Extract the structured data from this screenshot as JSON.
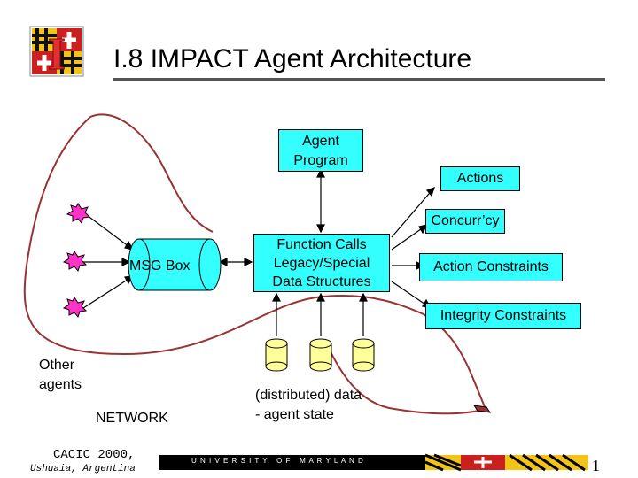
{
  "title": "I.8 IMPACT Agent Architecture",
  "logo_letter": "I",
  "diagram": {
    "agent_program": [
      "Agent",
      "Program"
    ],
    "actions": "Actions",
    "concurrency": "Concurr’cy",
    "function_calls": "Function Calls",
    "legacy_data": [
      "Legacy/Special",
      "Data Structures"
    ],
    "msg_box": "MSG Box",
    "action_constraints": "Action Constraints",
    "integrity_constraints": "Integrity Constraints",
    "other_agents": [
      "Other",
      "agents"
    ],
    "network": "NETWORK",
    "agent_state": [
      "(distributed) data",
      "- agent state"
    ]
  },
  "footer": {
    "conference": "CACIC 2000,",
    "location": "Ushuaia, Argentina",
    "university": "U N I V E R S I T Y   O F   M A R Y L A N D",
    "page": "1"
  },
  "colors": {
    "cyan": "#33ffff",
    "yellow": "#ffff99",
    "magenta": "#ff33cc",
    "rope": "#993333",
    "md_red": "#cc1f1f",
    "md_gold": "#f2c318"
  }
}
